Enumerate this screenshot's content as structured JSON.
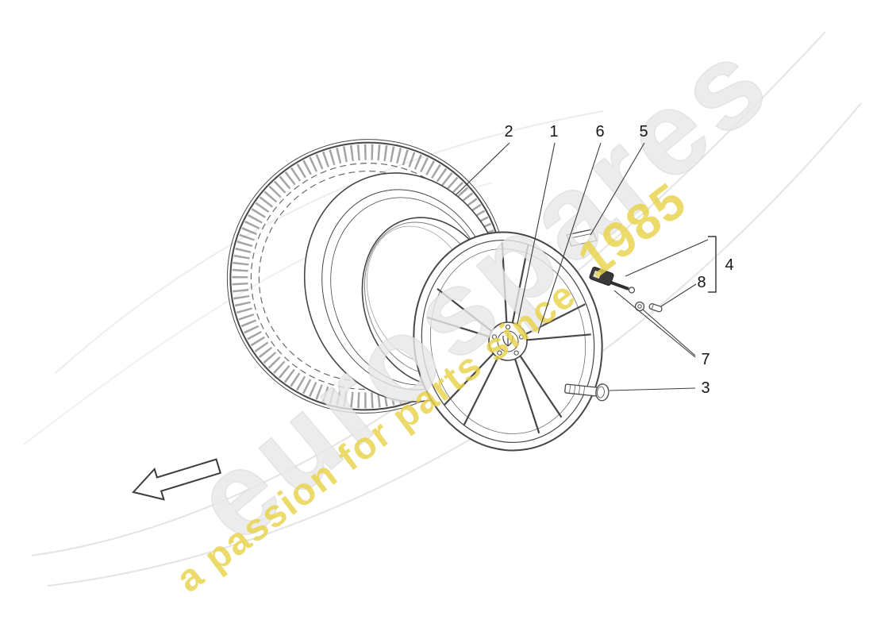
{
  "watermark": {
    "brand": "eurospares",
    "brand_color": "#e7e7e7",
    "tagline_lead": "a passion for parts since",
    "tagline_year": "1985",
    "tagline_color": "#e8d34b"
  },
  "diagram": {
    "line_color": "#474747",
    "callout_color": "#161616",
    "callouts": {
      "c1": {
        "label": "1"
      },
      "c2": {
        "label": "2"
      },
      "c3": {
        "label": "3"
      },
      "c4": {
        "label": "4"
      },
      "c5": {
        "label": "5"
      },
      "c6": {
        "label": "6"
      },
      "c7": {
        "label": "7"
      },
      "c8": {
        "label": "8"
      }
    }
  }
}
